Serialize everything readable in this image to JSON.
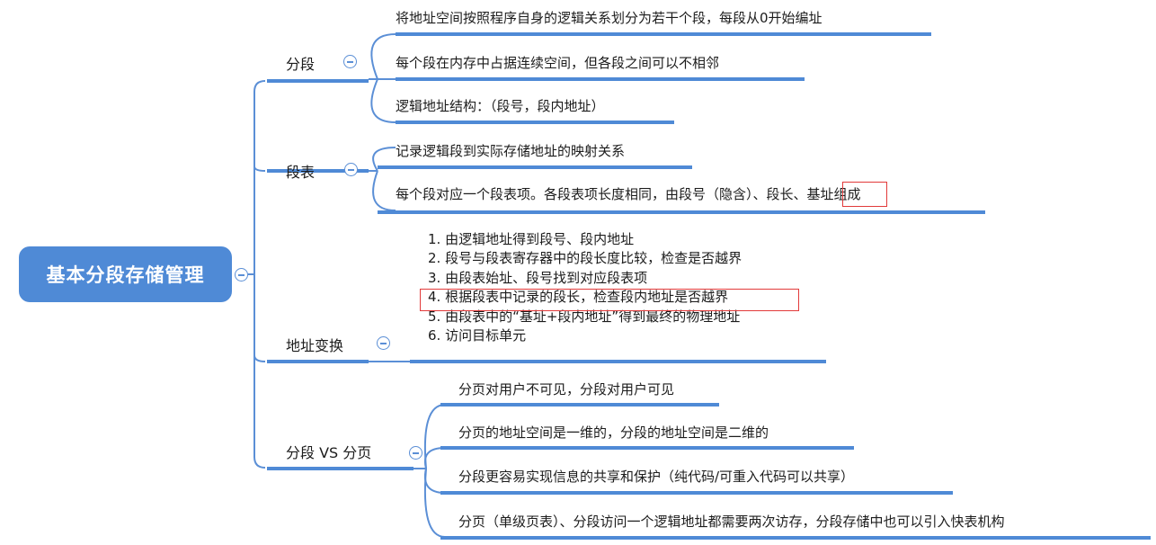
{
  "root": {
    "label": "基本分段存储管理"
  },
  "colors": {
    "accent": "#4f8ad6",
    "line": "#5b8fd6",
    "highlight": "#e23a3a",
    "text": "#1c1c1c"
  },
  "branches": [
    {
      "label": "分段",
      "children": [
        "将地址空间按照程序自身的逻辑关系划分为若干个段，每段从0开始编址",
        "每个段在内存中占据连续空间，但各段之间可以不相邻",
        "逻辑地址结构：（段号，段内地址）"
      ]
    },
    {
      "label": "段表",
      "children": [
        "记录逻辑段到实际存储地址的映射关系",
        "每个段对应一个段表项。各段表项长度相同，由段号（隐含）、段长、基址组成"
      ],
      "child2_parts": {
        "before": "每个段对应一个段表项。各段表项长度相同，由段号（隐含）、",
        "highlight": "段长",
        "after": "、基址组成"
      }
    },
    {
      "label": "地址变换",
      "steps": [
        "1. 由逻辑地址得到段号、段内地址",
        "2. 段号与段表寄存器中的段长度比较，检查是否越界",
        "3. 由段表始址、段号找到对应段表项",
        "4. 根据段表中记录的段长，检查段内地址是否越界",
        "5. 由段表中的“基址+段内地址”得到最终的物理地址",
        "6. 访问目标单元"
      ],
      "highlighted_step_index": 3
    },
    {
      "label": "分段 VS 分页",
      "children": [
        "分页对用户不可见，分段对用户可见",
        "分页的地址空间是一维的，分段的地址空间是二维的",
        "分段更容易实现信息的共享和保护（纯代码/可重入代码可以共享）",
        "分页（单级页表）、分段访问一个逻辑地址都需要两次访存，分段存储中也可以引入快表机构"
      ]
    }
  ]
}
